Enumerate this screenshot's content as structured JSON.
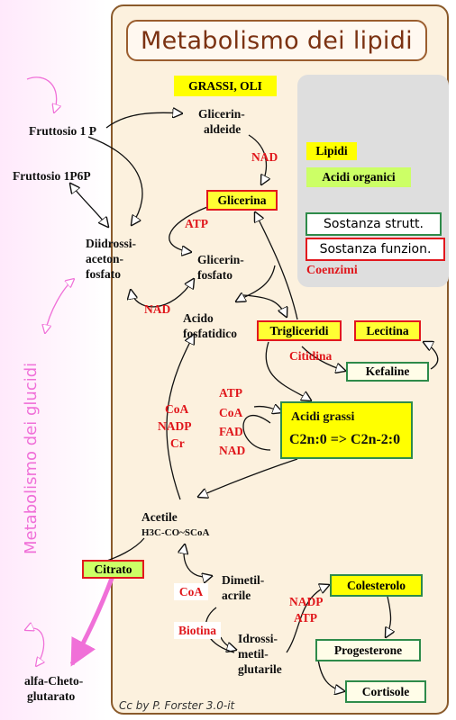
{
  "title": "Metabolismo dei lipidi",
  "side_label": "Metabolismo dei glucidi",
  "credit": "Cc by P. Forster 3.0-it",
  "legend": {
    "lipidi": "Lipidi",
    "acidi_organici": "Acidi organici",
    "sostanza_strutt": "Sostanza strutt.",
    "sostanza_funzion": "Sostanza funzion.",
    "coenzimi": "Coenzimi"
  },
  "nodes": {
    "grassi_oli": "GRASSI, OLI",
    "fruttosio_1p": "Fruttosio 1 P",
    "fruttosio_1p6p": "Fruttosio 1P6P",
    "gliceraldeide_1": "Glicerin-",
    "gliceraldeide_2": "aldeide",
    "glicerina": "Glicerina",
    "diidrossi_1": "Diidrossi-",
    "diidrossi_2": "aceton-",
    "diidrossi_3": "fosfato",
    "glicerinfosfato_1": "Glicerin-",
    "glicerinfosfato_2": "fosfato",
    "acido_fosfatidico_1": "Acido",
    "acido_fosfatidico_2": "fosfatidico",
    "trigliceridi": "Trigliceridi",
    "lecitina": "Lecitina",
    "kefaline": "Kefaline",
    "acidi_grassi_title": "Acidi grassi",
    "acidi_grassi_formula": "C2n:0 => C2n-2:0",
    "acetile": "Acetile",
    "acetile_formula": "H3C-CO~SCoA",
    "citrato": "Citrato",
    "alfa_cheto_1": "alfa-Cheto-",
    "alfa_cheto_2": "glutarato",
    "dimetil_1": "Dimetil-",
    "dimetil_2": "acrile",
    "idrossi_1": "Idrossi-",
    "idrossi_2": "metil-",
    "idrossi_3": "glutarile",
    "colesterolo": "Colesterolo",
    "progesterone": "Progesterone",
    "cortisole": "Cortisole"
  },
  "coenzymes": {
    "nad_1": "NAD",
    "atp_1": "ATP",
    "nad_2": "NAD",
    "citidina": "Citidina",
    "coa_nadp_cr": [
      "CoA",
      "NADP",
      "Cr"
    ],
    "atp_coa_fad_nad": [
      "ATP",
      "CoA",
      "FAD",
      "NAD"
    ],
    "coa_2": "CoA",
    "biotina": "Biotina",
    "nadp_atp": [
      "NADP",
      "ATP"
    ]
  },
  "colors": {
    "panel_bg": "#fcf1de",
    "panel_border": "#8a5a2b",
    "title_color": "#7b3212",
    "coenzyme_red": "#e0161b",
    "highlight_yellow": "#ffff00",
    "structural_green": "#2e8b4a",
    "pink_arrows": "#f070d8"
  }
}
